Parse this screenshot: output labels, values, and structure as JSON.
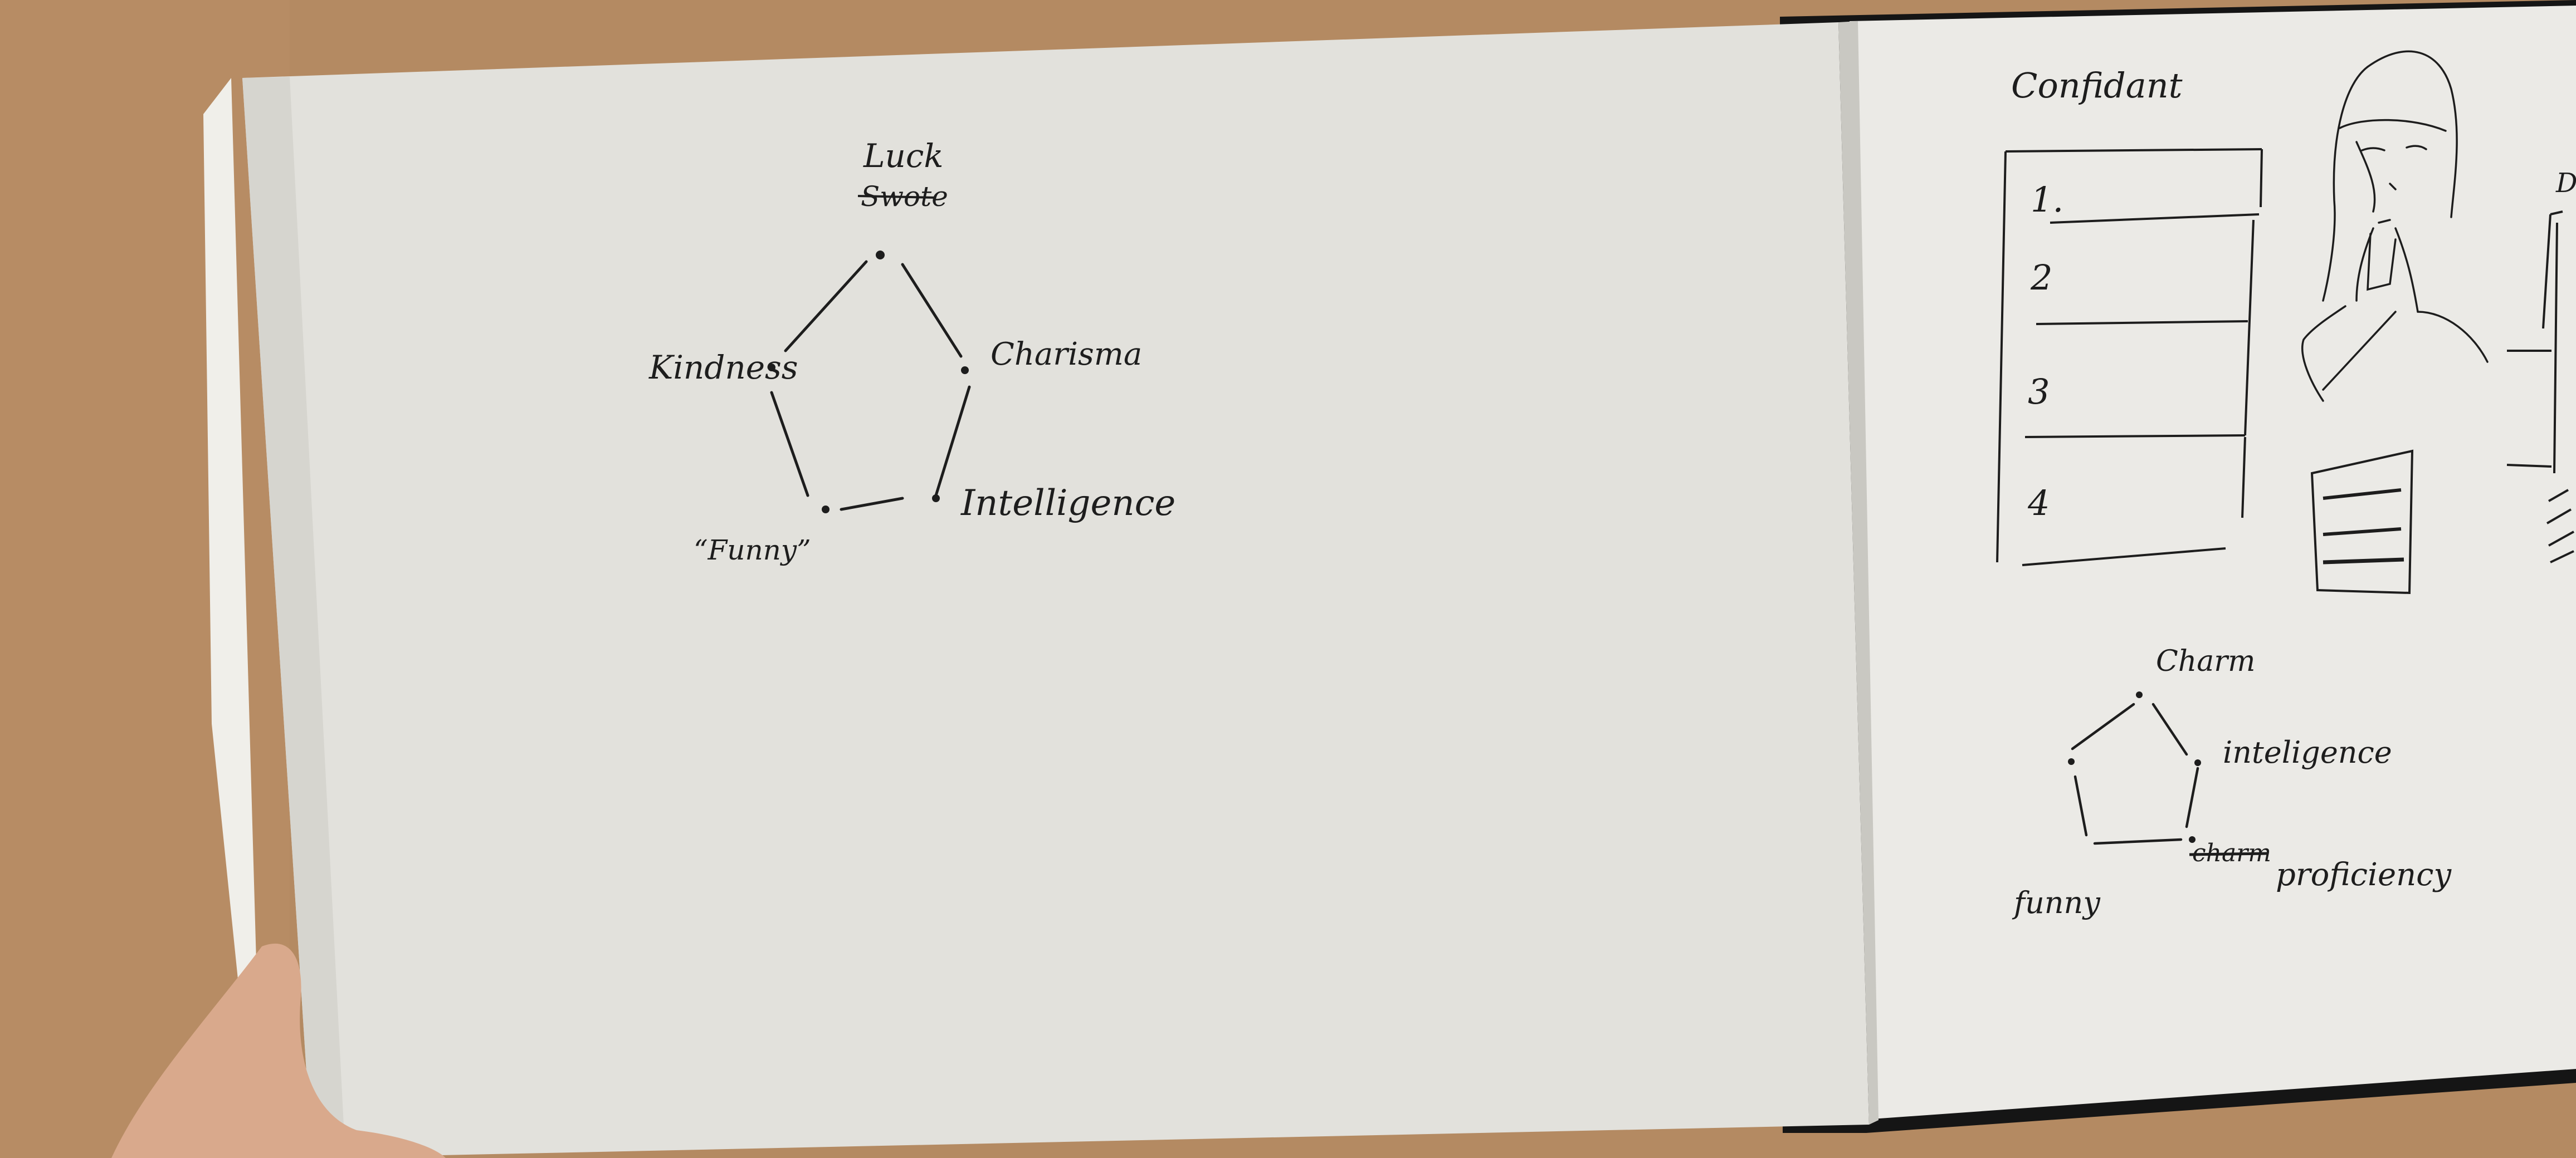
{
  "colors": {
    "table": "#b48a62",
    "paper_left": "#e2e1dc",
    "paper_right": "#ebeae6",
    "ink": "#1d1d1d",
    "cover": "#151515"
  },
  "left_page": {
    "pentagon_labels": {
      "top": "Luck",
      "top_struck": "Swote",
      "left": "Kindness",
      "right": "Charisma",
      "bottom_right": "Intelligence",
      "bottom_left": "“Funny”"
    }
  },
  "right_page": {
    "heading": "Confidant",
    "list_numbers": [
      "1.",
      "2",
      "3",
      "4"
    ],
    "pentagon_labels": {
      "top": "Charm",
      "right": "inteligence",
      "bottom_right_struck": "charm",
      "bottom_right": "proficiency",
      "bottom_left": "funny"
    },
    "margin_glyph": "D"
  },
  "icons": [
    "character-sketch-icon",
    "document-icon",
    "hand-icon"
  ]
}
